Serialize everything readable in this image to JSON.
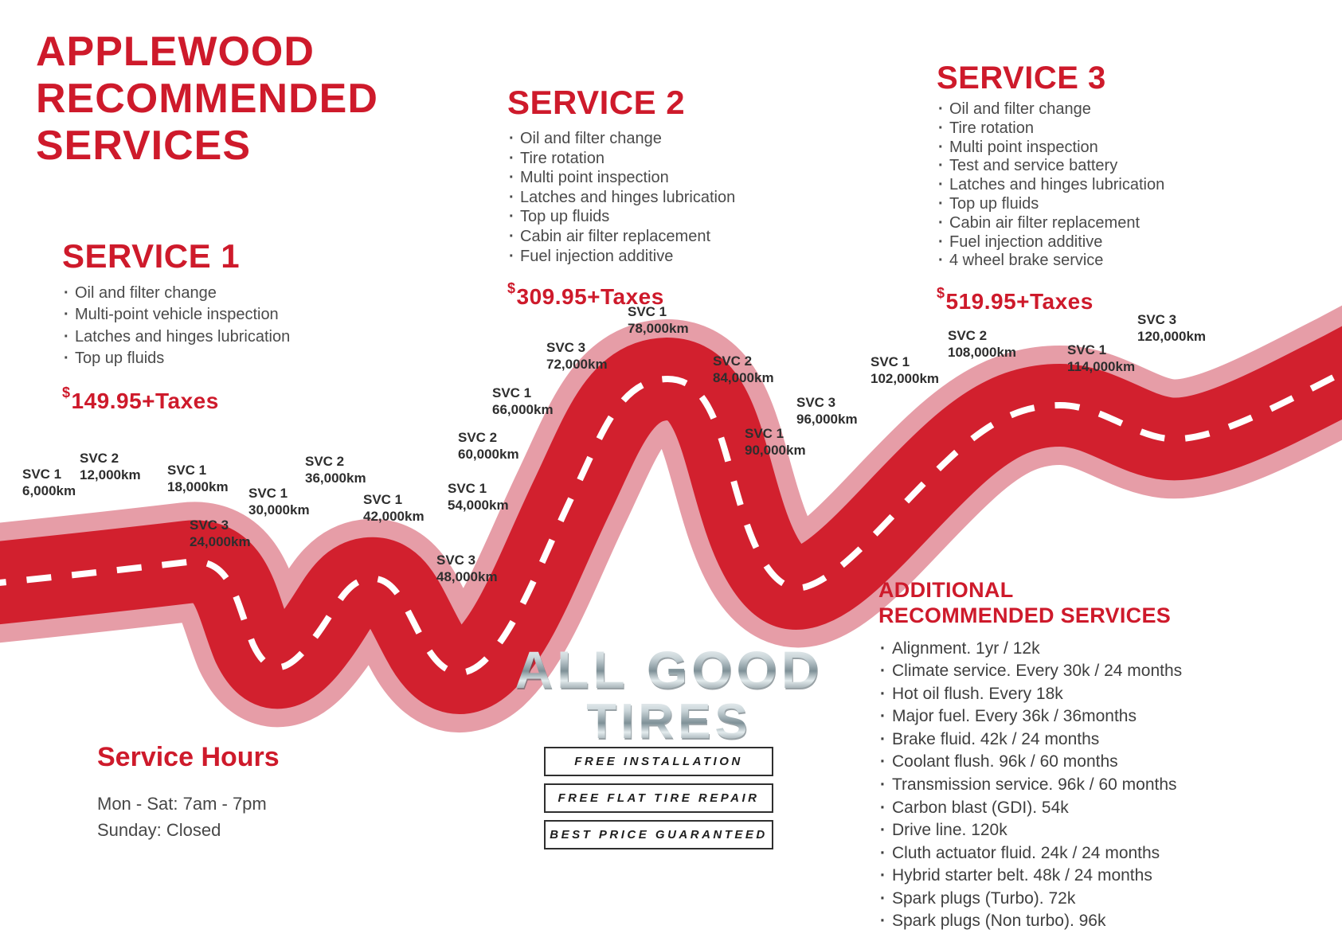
{
  "title": "APPLEWOOD RECOMMENDED SERVICES",
  "services": [
    {
      "name": "SERVICE 1",
      "items": [
        "Oil and filter change",
        "Multi-point vehicle inspection",
        "Latches and hinges lubrication",
        "Top up fluids"
      ],
      "price_symbol": "$",
      "price": "149.95+Taxes"
    },
    {
      "name": "SERVICE 2",
      "items": [
        "Oil and filter change",
        "Tire rotation",
        "Multi point inspection",
        "Latches and hinges lubrication",
        "Top up fluids",
        "Cabin air filter replacement",
        "Fuel injection additive"
      ],
      "price_symbol": "$",
      "price": "309.95+Taxes"
    },
    {
      "name": "SERVICE 3",
      "items": [
        "Oil and filter change",
        "Tire rotation",
        "Multi point inspection",
        "Test and service battery",
        "Latches and hinges lubrication",
        "Top up fluids",
        "Cabin air filter replacement",
        "Fuel injection additive",
        "4 wheel brake service"
      ],
      "price_symbol": "$",
      "price": "519.95+Taxes"
    }
  ],
  "road_markers": [
    {
      "svc": "SVC 1",
      "km": "6,000km"
    },
    {
      "svc": "SVC 2",
      "km": "12,000km"
    },
    {
      "svc": "SVC 1",
      "km": "18,000km"
    },
    {
      "svc": "SVC 3",
      "km": "24,000km"
    },
    {
      "svc": "SVC 1",
      "km": "30,000km"
    },
    {
      "svc": "SVC 2",
      "km": "36,000km"
    },
    {
      "svc": "SVC 1",
      "km": "42,000km"
    },
    {
      "svc": "SVC 3",
      "km": "48,000km"
    },
    {
      "svc": "SVC 1",
      "km": "54,000km"
    },
    {
      "svc": "SVC 2",
      "km": "60,000km"
    },
    {
      "svc": "SVC 1",
      "km": "66,000km"
    },
    {
      "svc": "SVC 3",
      "km": "72,000km"
    },
    {
      "svc": "SVC 1",
      "km": "78,000km"
    },
    {
      "svc": "SVC 2",
      "km": "84,000km"
    },
    {
      "svc": "SVC 1",
      "km": "90,000km"
    },
    {
      "svc": "SVC 3",
      "km": "96,000km"
    },
    {
      "svc": "SVC 1",
      "km": "102,000km"
    },
    {
      "svc": "SVC 2",
      "km": "108,000km"
    },
    {
      "svc": "SVC 1",
      "km": "114,000km"
    },
    {
      "svc": "SVC 3",
      "km": "120,000km"
    }
  ],
  "service_hours": {
    "heading": "Service Hours",
    "line1": "Mon - Sat: 7am - 7pm",
    "line2": "Sunday: Closed"
  },
  "logo": {
    "line1": "ALL GOOD",
    "line2": "TIRES"
  },
  "badges": [
    {
      "label": "FREE INSTALLATION"
    },
    {
      "label": "FREE FLAT TIRE REPAIR"
    },
    {
      "label": "BEST PRICE GUARANTEED"
    }
  ],
  "additional": {
    "heading": "ADDITIONAL RECOMMENDED SERVICES",
    "items": [
      "Alignment. 1yr / 12k",
      "Climate service. Every 30k / 24 months",
      "Hot oil flush. Every 18k",
      "Major fuel. Every 36k / 36months",
      "Brake fluid. 42k / 24 months",
      "Coolant flush. 96k / 60 months",
      "Transmission service. 96k / 60 months",
      "Carbon blast (GDI). 54k",
      "Drive line. 120k",
      "Cluth actuator fluid. 24k / 24 months",
      "Hybrid starter belt. 48k / 24 months",
      "Spark plugs (Turbo). 72k",
      "Spark plugs (Non turbo). 96k"
    ]
  },
  "colors": {
    "brand_red": "#ce1a2b",
    "road_red": "#d2202e",
    "road_casing_pink": "#e69da7",
    "road_dash_white": "#ffffff",
    "body_text_gray": "#4a4a4a",
    "marker_text": "#2e2e2e"
  }
}
